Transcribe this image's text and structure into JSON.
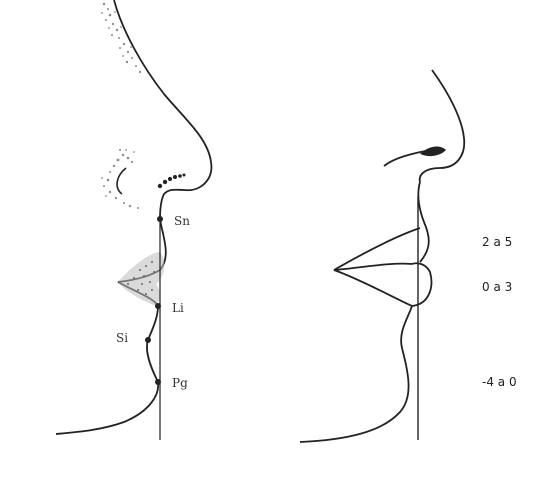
{
  "left_profile": {
    "points": [
      {
        "label": "Sn"
      },
      {
        "label": "Li"
      },
      {
        "label": "Si"
      },
      {
        "label": "Pg"
      }
    ]
  },
  "right_profile": {
    "ranges": [
      {
        "text": "2 a 5"
      },
      {
        "text": "0 a 3"
      },
      {
        "text": "-4 a 0"
      }
    ]
  }
}
